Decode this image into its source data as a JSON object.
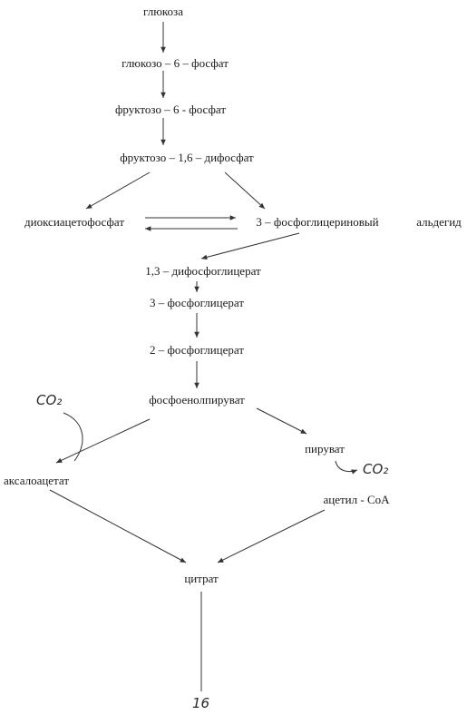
{
  "diagram": {
    "metabolites": {
      "glucose": "глюкоза",
      "g6p": "глюкозо – 6 – фосфат",
      "f6p": "фруктозо – 6 - фосфат",
      "f16bp": "фруктозо – 1,6 – дифосфат",
      "dhap": "диоксиацетофосфат",
      "g3p": "3 – фосфоглицериновый",
      "aldehyde": "альдегид",
      "bpg": "1,3 – дифосфоглицерат",
      "pg3": "3 – фосфоглицерат",
      "pg2": "2 – фосфоглицерат",
      "pep": "фосфоенолпируват",
      "pyruvate": "пируват",
      "oxaloacetate": "аксалоацетат",
      "acetyl_coa": "ацетил - СоА",
      "citrate": "цитрат"
    },
    "handwritten": {
      "co2_in": "CO₂",
      "co2_out": "CO₂",
      "atp_count": "16"
    }
  }
}
